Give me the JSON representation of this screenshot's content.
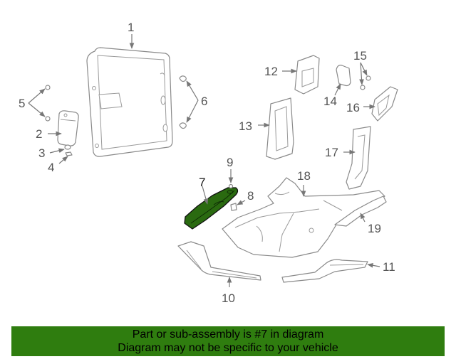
{
  "diagram": {
    "highlighted_part": "7",
    "callouts": {
      "c1": "1",
      "c2": "2",
      "c3": "3",
      "c4": "4",
      "c5": "5",
      "c6": "6",
      "c7": "7",
      "c8": "8",
      "c9": "9",
      "c10": "10",
      "c11": "11",
      "c12": "12",
      "c13": "13",
      "c14": "14",
      "c15": "15",
      "c16": "16",
      "c17": "17",
      "c18": "18",
      "c19": "19"
    }
  },
  "banner": {
    "line1": "Part or sub-assembly is #7 in diagram",
    "line2": "Diagram may not be specific to your vehicle",
    "background": "#2f7d0f"
  },
  "colors": {
    "highlight": "#2a6a10",
    "line": "#8a8a8a"
  }
}
